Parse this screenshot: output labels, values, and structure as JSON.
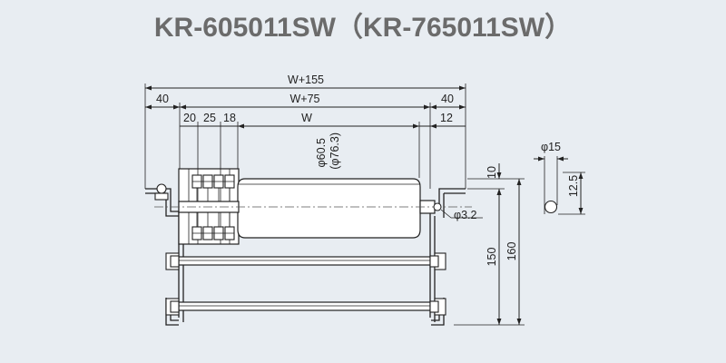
{
  "title": "KR-605011SW（KR-765011SW）",
  "dimensions": {
    "overall_width": "W+155",
    "inner_width": "W+75",
    "left_offset": "40",
    "right_offset": "40",
    "bearing_1": "20",
    "bearing_2": "25",
    "bearing_3": "18",
    "roller_width": "W",
    "right_gap": "12",
    "roller_diameter": "φ60.5",
    "roller_diameter_alt": "(φ76.3)",
    "shaft_diameter": "φ3.2",
    "top_gap": "10",
    "height_inner": "150",
    "height_outer": "160",
    "detail_diameter": "φ15",
    "detail_offset": "12.5"
  }
}
